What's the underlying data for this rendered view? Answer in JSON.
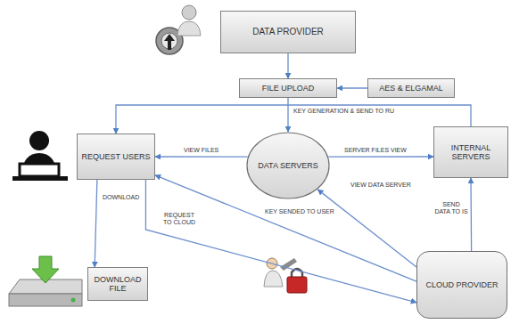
{
  "diagram": {
    "nodes": [
      {
        "text": [
          "DATA PROVIDER"
        ]
      },
      {
        "text": [
          "FILE UPLOAD"
        ]
      },
      {
        "text": [
          "AES & ELGAMAL"
        ]
      },
      {
        "text": [
          "REQUEST USERS"
        ]
      },
      {
        "text": [
          "DATA SERVERS"
        ]
      },
      {
        "text": [
          "INTERNAL SERVERS"
        ]
      },
      {
        "text": [
          "DOWNLOAD FILE"
        ]
      },
      {
        "text": [
          "CLOUD PROVIDER"
        ]
      }
    ],
    "edges": [
      {
        "from": 0,
        "to": 1,
        "arrow": "to"
      },
      {
        "from": 2,
        "to": 1,
        "arrow": "to"
      },
      {
        "from": 1,
        "to": 4,
        "label": "KEY GENERATION & SEND TO RU",
        "arrow": "to"
      },
      {
        "from": 5,
        "to": 3,
        "arrow": "to"
      },
      {
        "from": 4,
        "to": 3,
        "label": "VIEW FILES",
        "arrow": "to"
      },
      {
        "from": 4,
        "to": 5,
        "label": "SERVER FILES VIEW",
        "arrow": "to"
      },
      {
        "from": 7,
        "to": 4,
        "label": "VIEW DATA SERVER",
        "arrow": "to"
      },
      {
        "from": 7,
        "to": 5,
        "label": "SEND DATA TO IS",
        "arrow": "to"
      },
      {
        "from": 7,
        "to": 3,
        "label": "KEY SENDED TO USER",
        "arrow": "to"
      },
      {
        "from": 3,
        "to": 7,
        "label": "REQUEST TO CLOUD",
        "arrow": "to"
      },
      {
        "from": 3,
        "to": 6,
        "label": "DOWNLOAD",
        "arrow": "to"
      }
    ]
  }
}
